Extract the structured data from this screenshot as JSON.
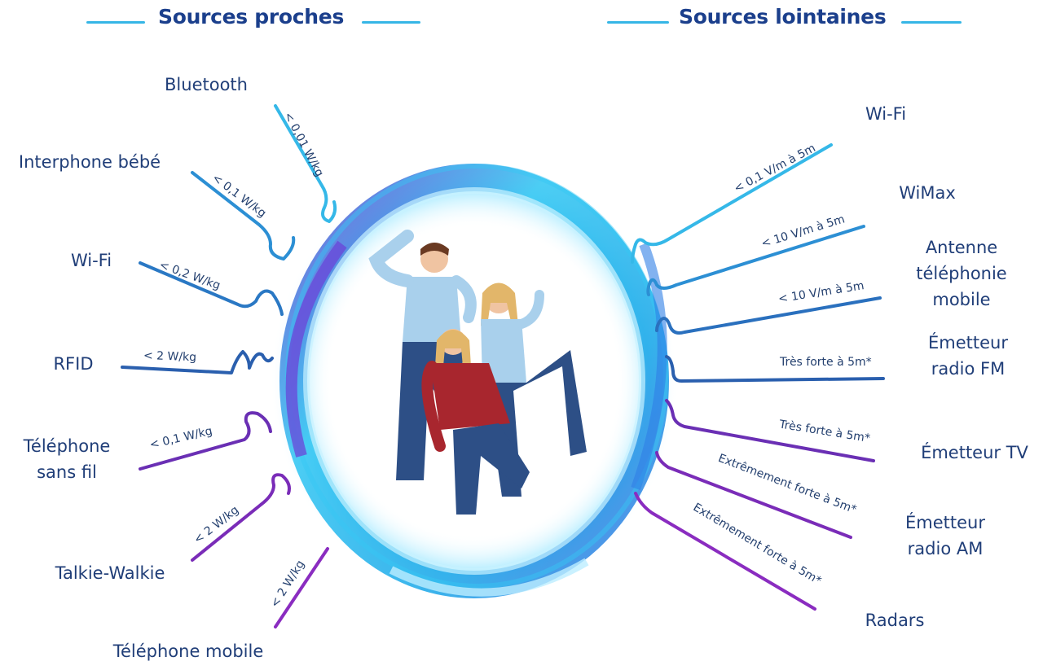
{
  "headings": {
    "near": "Sources proches",
    "far": "Sources lointaines"
  },
  "near_sources": [
    {
      "name": "Bluetooth",
      "value": "< 0,01 W/kg",
      "color": "#35b8e8"
    },
    {
      "name": "Interphone bébé",
      "value": "< 0,1 W/kg",
      "color": "#2c8fd4"
    },
    {
      "name": "Wi-Fi",
      "value": "< 0,2 W/kg",
      "color": "#2a78c4"
    },
    {
      "name": "RFID",
      "value": "< 2 W/kg",
      "color": "#2a5fae"
    },
    {
      "name": "Téléphone sans fil",
      "value": "< 0,1 W/kg",
      "color": "#6a2fb4"
    },
    {
      "name": "Talkie-Walkie",
      "value": "< 2 W/kg",
      "color": "#7a2cb8"
    },
    {
      "name": "Téléphone mobile",
      "value": "< 2 W/kg",
      "color": "#8a2cc0"
    }
  ],
  "far_sources": [
    {
      "name": "Wi-Fi",
      "value": "< 0,1 V/m à 5m",
      "color": "#35b8e8"
    },
    {
      "name": "WiMax",
      "value": "< 10 V/m à 5m",
      "color": "#2c8fd4"
    },
    {
      "name": "Antenne téléphonie mobile",
      "value": "< 10 V/m à 5m",
      "color": "#2a70be"
    },
    {
      "name": "Émetteur radio FM",
      "value": "Très forte à 5m*",
      "color": "#2a5fae"
    },
    {
      "name": "Émetteur TV",
      "value": "Très forte à 5m*",
      "color": "#6a2fb4"
    },
    {
      "name": "Émetteur radio AM",
      "value": "Extrêmement forte à 5m*",
      "color": "#7a2cb8"
    },
    {
      "name": "Radars",
      "value": "Extrêmement forte à 5m*",
      "color": "#8a2cc0"
    }
  ],
  "ring_colors": {
    "outer": "#2ec5f2",
    "inner": "#5b3fd0",
    "glow": "#7fe0ff"
  },
  "people_colors": {
    "shirt_blue": "#a9d0ec",
    "jeans": "#2d4f86",
    "check_red": "#a8262e",
    "hair_blond": "#e2b66a",
    "hair_brown": "#6a3a22",
    "skin": "#f0c4a2"
  }
}
